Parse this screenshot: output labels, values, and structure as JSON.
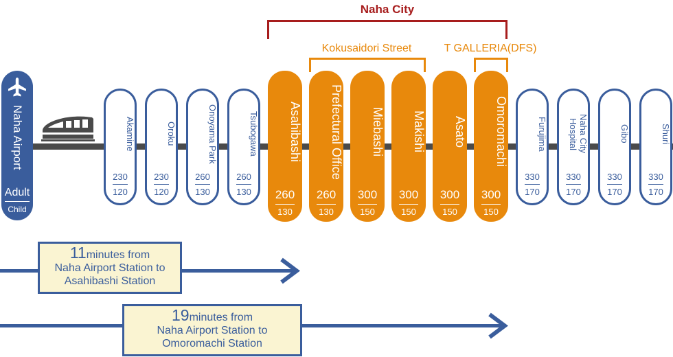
{
  "origin": {
    "name": "Naha Airport",
    "adult_label": "Adult",
    "child_label": "Child",
    "icon": "airplane-icon"
  },
  "train_icon": "train-icon",
  "areas": {
    "naha_city": "Naha City",
    "kokusaidori": "Kokusaidori Street",
    "t_galleria": "T GALLERIA(DFS)"
  },
  "stations": [
    {
      "name": "Akamine",
      "adult": "230",
      "child": "120",
      "style": "blue"
    },
    {
      "name": "Oroku",
      "adult": "230",
      "child": "120",
      "style": "blue"
    },
    {
      "name": "Onoyama Park",
      "adult": "260",
      "child": "130",
      "style": "blue"
    },
    {
      "name": "Tsubogawa",
      "adult": "260",
      "child": "130",
      "style": "blue"
    },
    {
      "name": "Asahibashi",
      "adult": "260",
      "child": "130",
      "style": "orange"
    },
    {
      "name": "Prefectural Office",
      "adult": "260",
      "child": "130",
      "style": "orange"
    },
    {
      "name": "Miebashi",
      "adult": "300",
      "child": "150",
      "style": "orange"
    },
    {
      "name": "Makishi",
      "adult": "300",
      "child": "150",
      "style": "orange"
    },
    {
      "name": "Asato",
      "adult": "300",
      "child": "150",
      "style": "orange"
    },
    {
      "name": "Omoromachi",
      "adult": "300",
      "child": "150",
      "style": "orange"
    },
    {
      "name": "Furujima",
      "adult": "330",
      "child": "170",
      "style": "blue"
    },
    {
      "name": "Naha City Hospital",
      "adult": "330",
      "child": "170",
      "style": "blue"
    },
    {
      "name": "Gibo",
      "adult": "330",
      "child": "170",
      "style": "blue"
    },
    {
      "name": "Shuri",
      "adult": "330",
      "child": "170",
      "style": "blue"
    }
  ],
  "travel_times": [
    {
      "minutes": "11",
      "unit": "minutes from",
      "line2": "Naha Airport Station to",
      "line3": "Asahibashi Station"
    },
    {
      "minutes": "19",
      "unit": "minutes from",
      "line2": "Naha Airport Station to",
      "line3": "Omoromachi Station"
    }
  ],
  "colors": {
    "blue": "#3a5d9c",
    "orange": "#e8890c",
    "red": "#a71d1d",
    "rail": "#4a4a4a",
    "box_fill": "#faf4d2"
  }
}
